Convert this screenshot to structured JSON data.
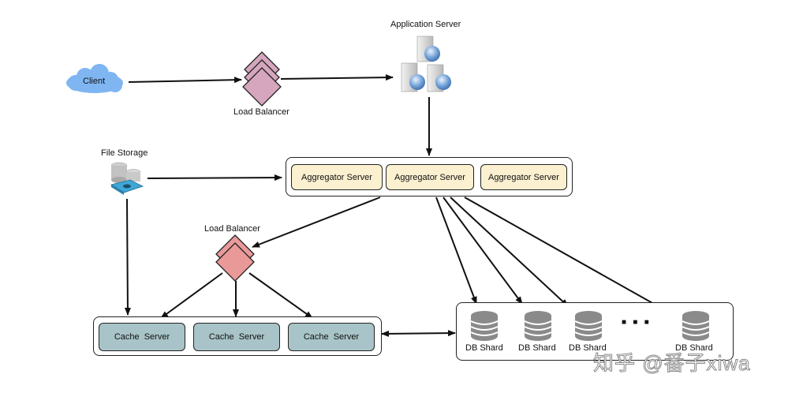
{
  "diagram": {
    "client": {
      "label": "Client"
    },
    "load_balancer_top": {
      "label": "Load Balancer",
      "color": "#d5a6bd"
    },
    "application_server": {
      "label": "Application Server"
    },
    "file_storage": {
      "label": "File Storage"
    },
    "aggregator_servers": [
      {
        "label": "Aggregator Server"
      },
      {
        "label": "Aggregator Server"
      },
      {
        "label": "Aggregator Server"
      }
    ],
    "aggregator_color": "#fbf0cf",
    "load_balancer_cache": {
      "label": "Load Balancer",
      "color": "#ea9999"
    },
    "cache_servers": [
      {
        "label": "Cache  Server"
      },
      {
        "label": "Cache  Server"
      },
      {
        "label": "Cache  Server"
      }
    ],
    "cache_color": "#a8c4c8",
    "db_shards": [
      {
        "label": "DB Shard"
      },
      {
        "label": "DB Shard"
      },
      {
        "label": "DB Shard"
      },
      {
        "label": "DB Shard"
      }
    ],
    "ellipsis": "■   ■   ■",
    "db_color": "#8a8a8a",
    "cloud_color": "#7fb6f2",
    "edges": [
      {
        "from": "client",
        "to": "load_balancer_top"
      },
      {
        "from": "load_balancer_top",
        "to": "application_server"
      },
      {
        "from": "application_server",
        "to": "aggregator_group"
      },
      {
        "from": "file_storage",
        "to": "aggregator_group"
      },
      {
        "from": "file_storage",
        "to": "cache_group"
      },
      {
        "from": "aggregator_group",
        "to": "load_balancer_cache"
      },
      {
        "from": "load_balancer_cache",
        "to": "cache_server_1"
      },
      {
        "from": "load_balancer_cache",
        "to": "cache_server_2"
      },
      {
        "from": "load_balancer_cache",
        "to": "cache_server_3"
      },
      {
        "from": "aggregator_group",
        "to": "db_shard_1"
      },
      {
        "from": "aggregator_group",
        "to": "db_shard_2"
      },
      {
        "from": "aggregator_group",
        "to": "db_shard_3"
      },
      {
        "from": "aggregator_group",
        "to": "db_shard_4"
      },
      {
        "from": "cache_group",
        "to": "db_group",
        "bidirectional": true
      }
    ]
  },
  "watermark": "知乎 @番子xiwa"
}
